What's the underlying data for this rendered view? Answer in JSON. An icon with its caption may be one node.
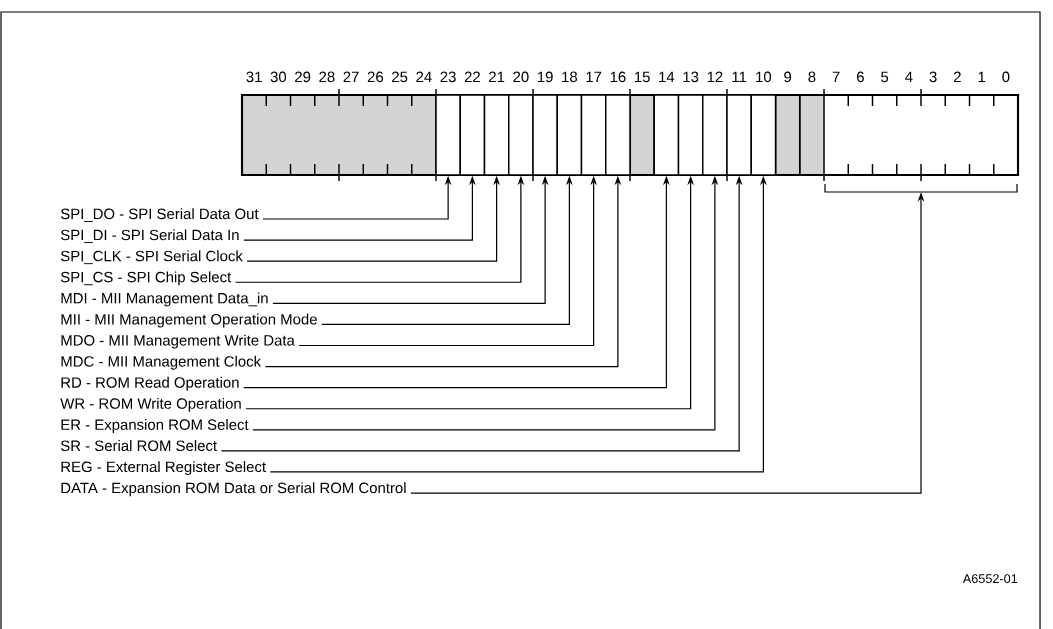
{
  "diagram": {
    "nodes": [
      {
        "text": [
          "SPI_DO - SPI Serial Data Out"
        ]
      },
      {
        "text": [
          "SPI_DI - SPI Serial Data In"
        ]
      },
      {
        "text": [
          "SPI_CLK - SPI Serial Clock"
        ]
      },
      {
        "text": [
          "SPI_CS - SPI Chip Select"
        ]
      },
      {
        "text": [
          "MDI - MII Management Data_in"
        ]
      },
      {
        "text": [
          "MII - MII Management Operation Mode"
        ]
      },
      {
        "text": [
          "MDO - MII Management Write Data"
        ]
      },
      {
        "text": [
          "MDC - MII Management Clock"
        ]
      },
      {
        "text": [
          "RD - ROM Read Operation"
        ]
      },
      {
        "text": [
          "WR - ROM Write Operation"
        ]
      },
      {
        "text": [
          "ER - Expansion ROM Select"
        ]
      },
      {
        "text": [
          "SR - Serial ROM Select"
        ]
      },
      {
        "text": [
          "REG - External Register Select"
        ]
      },
      {
        "text": [
          "DATA - Expansion ROM Data or Serial ROM Control"
        ]
      },
      {
        "text": [],
        "shape": "box"
      },
      {
        "text": [],
        "shape": "box"
      },
      {
        "text": [],
        "shape": "box"
      },
      {
        "text": [],
        "shape": "box"
      },
      {
        "text": [],
        "shape": "box"
      },
      {
        "text": [],
        "shape": "box"
      },
      {
        "text": [],
        "shape": "box"
      },
      {
        "text": [],
        "shape": "box"
      },
      {
        "text": [],
        "shape": "box"
      },
      {
        "text": [],
        "shape": "box"
      },
      {
        "text": [],
        "shape": "box"
      },
      {
        "text": [],
        "shape": "box"
      },
      {
        "text": [],
        "shape": "box"
      },
      {
        "text": [],
        "shape": "box"
      }
    ],
    "edges": [
      {
        "from": 0,
        "to": 14,
        "arrow": "to"
      },
      {
        "from": 1,
        "to": 15,
        "arrow": "to"
      },
      {
        "from": 2,
        "to": 16,
        "arrow": "to"
      },
      {
        "from": 3,
        "to": 17,
        "arrow": "to"
      },
      {
        "from": 4,
        "to": 18,
        "arrow": "to"
      },
      {
        "from": 5,
        "to": 19,
        "arrow": "to"
      },
      {
        "from": 6,
        "to": 20,
        "arrow": "to"
      },
      {
        "from": 7,
        "to": 21,
        "arrow": "to"
      },
      {
        "from": 8,
        "to": 22,
        "arrow": "to"
      },
      {
        "from": 9,
        "to": 23,
        "arrow": "to"
      },
      {
        "from": 10,
        "to": 24,
        "arrow": "to"
      },
      {
        "from": 11,
        "to": 25,
        "arrow": "to"
      },
      {
        "from": 12,
        "to": 26,
        "arrow": "to"
      },
      {
        "from": 13,
        "to": 27,
        "arrow": "to"
      }
    ],
    "labels": [
      "31",
      "30",
      "29",
      "28",
      "27",
      "26",
      "25",
      "24",
      "23",
      "22",
      "21",
      "20",
      "19",
      "18",
      "17",
      "16",
      "15",
      "14",
      "13",
      "12",
      "11",
      "10",
      "9",
      "8",
      "7",
      "6",
      "5",
      "4",
      "3",
      "2",
      "1",
      "0",
      "A6552-01"
    ]
  }
}
